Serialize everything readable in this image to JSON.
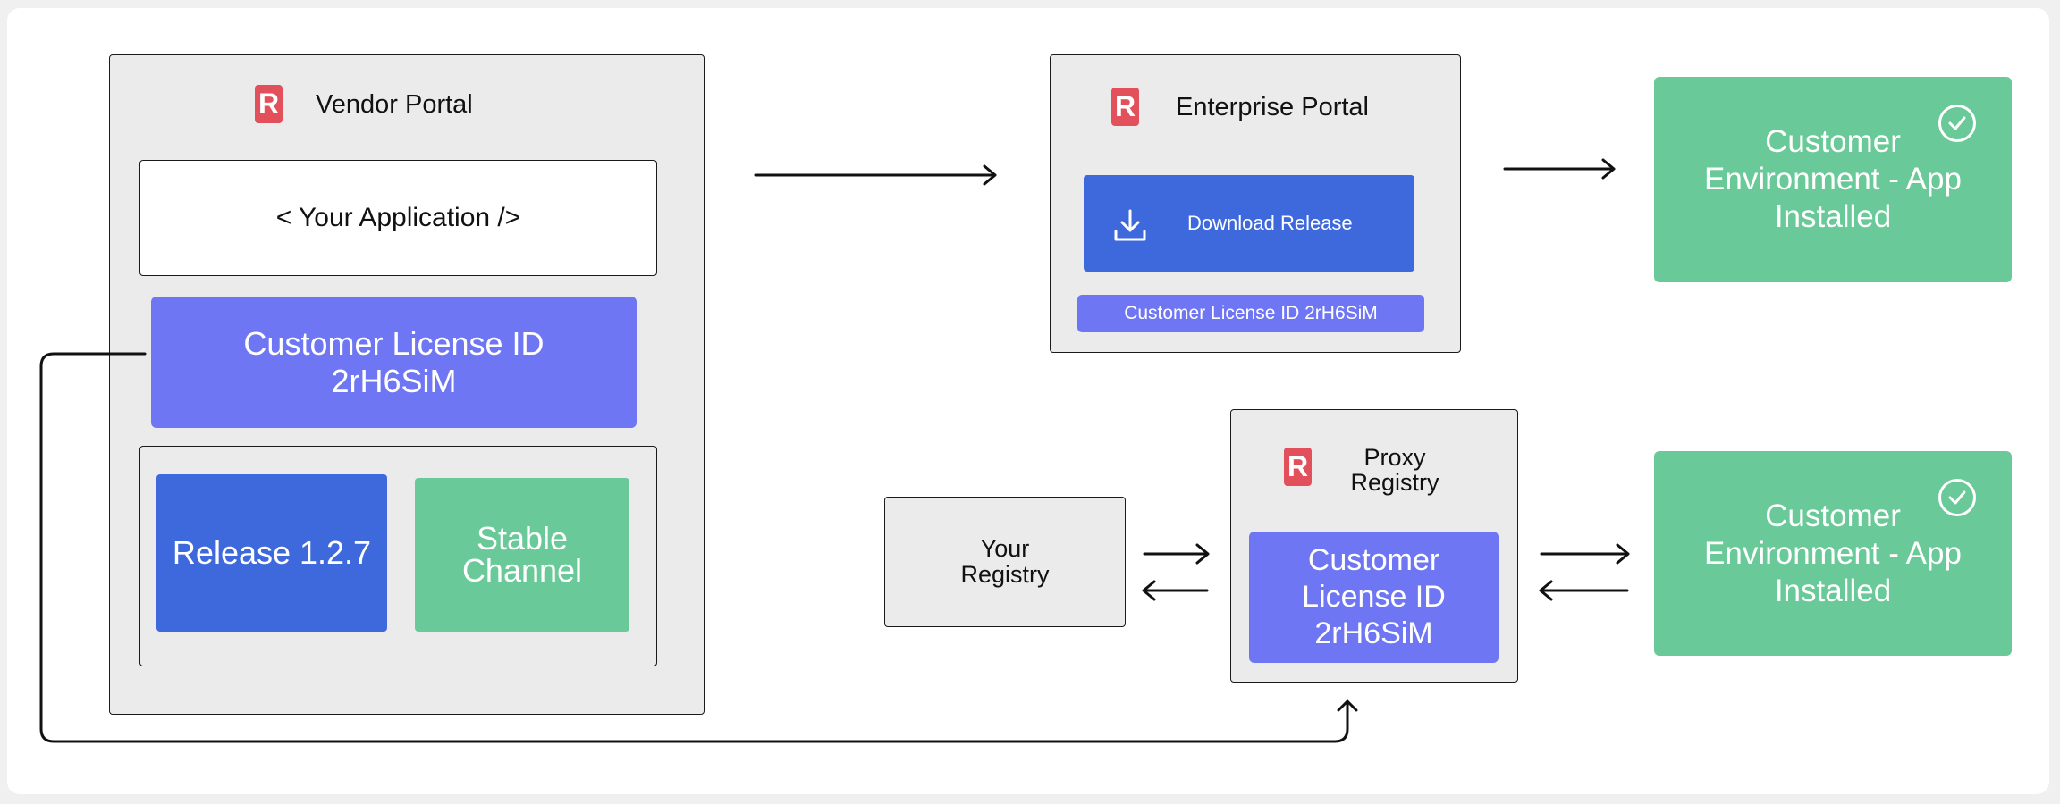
{
  "vendor_portal": {
    "logo_letter": "R",
    "title": "Vendor Portal",
    "application_label": "< Your Application />",
    "license_line1": "Customer License ID",
    "license_line2": "2rH6SiM",
    "release_label": "Release 1.2.7",
    "channel_line1": "Stable",
    "channel_line2": "Channel"
  },
  "enterprise_portal": {
    "logo_letter": "R",
    "title": "Enterprise Portal",
    "download_label": "Download Release",
    "license_label": "Customer License ID 2rH6SiM"
  },
  "your_registry": {
    "line1": "Your",
    "line2": "Registry"
  },
  "proxy_registry": {
    "logo_letter": "R",
    "line1": "Proxy",
    "line2": "Registry",
    "license_line1": "Customer",
    "license_line2": "License ID",
    "license_line3": "2rH6SiM"
  },
  "customer_env_top": {
    "line1": "Customer",
    "line2": "Environment - App",
    "line3": "Installed"
  },
  "customer_env_bottom": {
    "line1": "Customer",
    "line2": "Environment - App",
    "line3": "Installed"
  },
  "colors": {
    "logo": "#e2505c",
    "license_purple": "#6f76f3",
    "release_blue": "#3d69dc",
    "environment_green": "#69c998",
    "panel_gray": "#ebebeb"
  }
}
